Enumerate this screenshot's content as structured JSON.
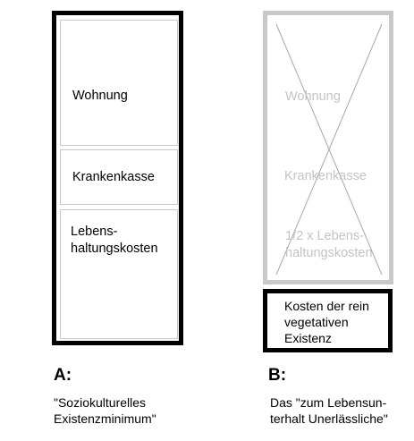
{
  "column_a": {
    "boxes": [
      {
        "label": "Wohnung"
      },
      {
        "label": "Krankenkasse"
      },
      {
        "label": "Lebens-\nhaltungskosten"
      }
    ],
    "heading": "A:",
    "caption": "\"Soziokulturelles\nExistenzminimum\""
  },
  "column_b": {
    "crossed_labels": [
      {
        "label": "Wohnung"
      },
      {
        "label": "Krankenkasse"
      },
      {
        "label": "1/2 x Lebens-\nhaltungskosten"
      }
    ],
    "kosten_box": {
      "label": "Kosten der rein\nvegetativen\nExistenz"
    },
    "heading": "B:",
    "caption": "Das \"zum Lebensun-\nterhalt Unerlässliche\""
  },
  "colors": {
    "strong_border": "#000000",
    "inner_border": "#c8c8c8",
    "crossed_grey": "#c4c4c4"
  }
}
